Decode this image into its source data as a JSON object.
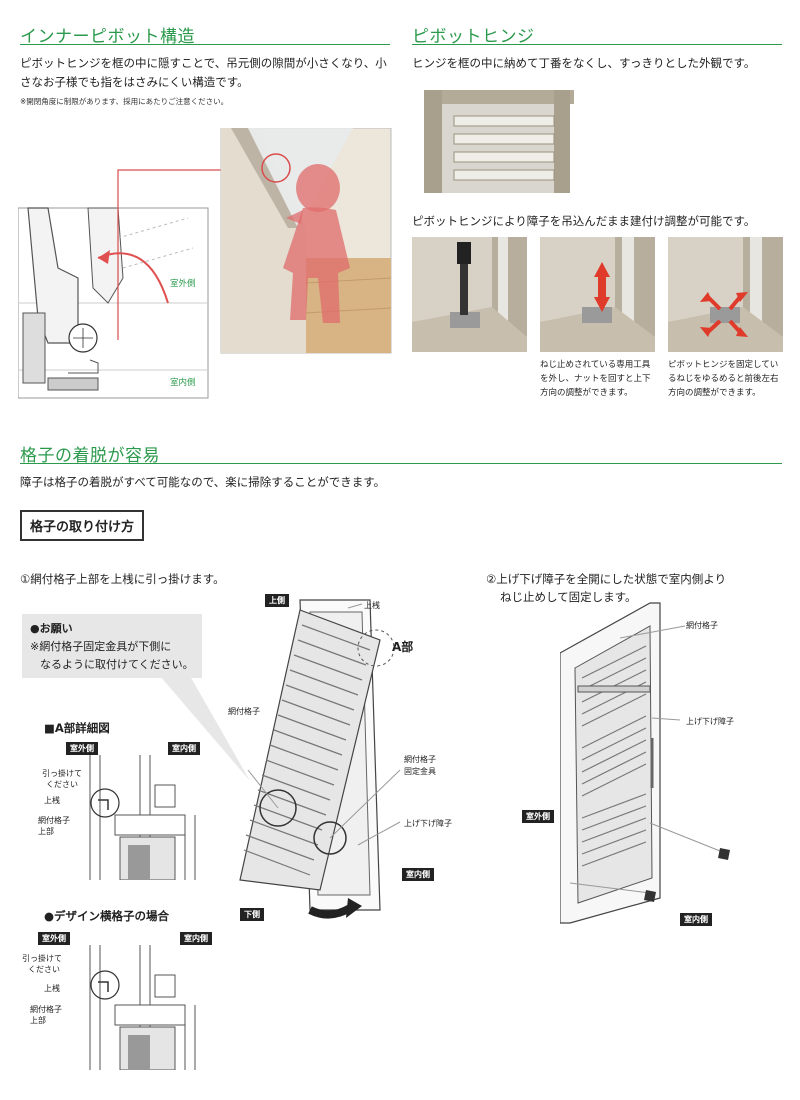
{
  "section1": {
    "title": "インナーピボット構造",
    "body": "ピボットヒンジを框の中に隠すことで、吊元側の隙間が小さくなり、小さなお子様でも指をはさみにくい構造です。",
    "note": "※開閉角度に制限があります、採用にあたりご注意ください。",
    "outdoor_label": "室外側",
    "indoor_label": "室内側"
  },
  "section2": {
    "title": "ピボットヒンジ",
    "body": "ヒンジを框の中に納めて丁番をなくし、すっきりとした外観です。",
    "adjust_text": "ピボットヒンジにより障子を吊込んだまま建付け調整が可能です。",
    "caption_a": "ねじ止めされている専用工具を外し、ナットを回すと上下方向の調整ができます。",
    "caption_b": "ピボットヒンジを固定しているねじをゆるめると前後左右方向の調整ができます。"
  },
  "section3": {
    "title": "格子の着脱が容易",
    "body": "障子は格子の着脱がすべて可能なので、楽に掃除することができます。",
    "how_to_title": "格子の取り付け方",
    "step1": "①網付格子上部を上桟に引っ掛けます。",
    "step2_line1": "②上げ下げ障子を全開にした状態で室内側より",
    "step2_line2": "ねじ止めして固定します。",
    "request_title": "●お願い",
    "request_line1": "※網付格子固定金具が下側に",
    "request_line2": "なるように取付けてください。",
    "detail_a_title": "■A部詳細図",
    "design_title": "●デザイン横格子の場合",
    "outdoor_tag": "室外側",
    "indoor_tag": "室内側",
    "hook_label_1": "引っ掛けて",
    "hook_label_2": "ください",
    "upper_rail": "上桟",
    "mesh_lattice": "網付格子",
    "mesh_lattice_top_1": "網付格子",
    "mesh_lattice_top_2": "上部",
    "top_tag": "上側",
    "bottom_tag": "下側",
    "part_a": "A部",
    "fixing_1": "網付格子",
    "fixing_2": "固定金具",
    "sash": "上げ下げ障子"
  }
}
